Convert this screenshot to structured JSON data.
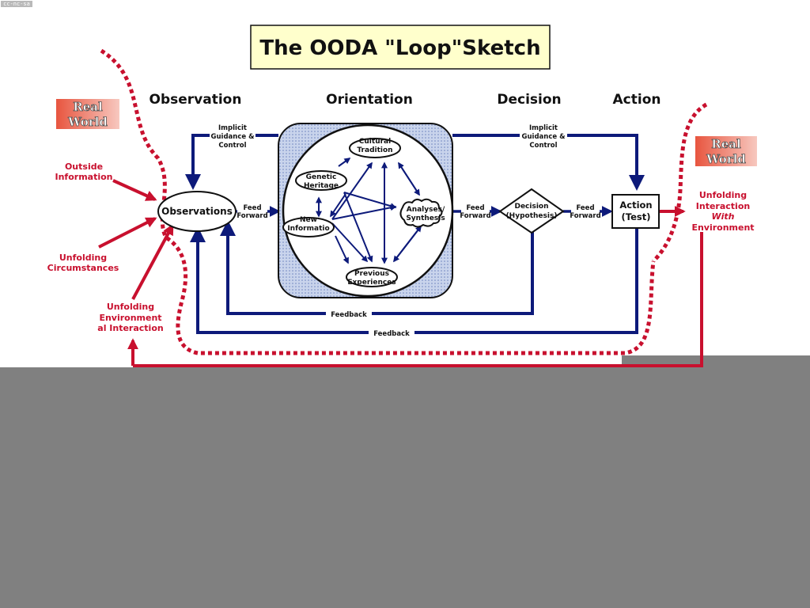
{
  "title": "The OODA \"Loop\"Sketch",
  "watermark": "cc-nc-sa",
  "phases": [
    "Observation",
    "Orientation",
    "Decision",
    "Action"
  ],
  "real_world_left": [
    "Real",
    "World"
  ],
  "real_world_right": [
    "Real",
    "World"
  ],
  "inputs": {
    "outside_information": [
      "Outside",
      "Information"
    ],
    "unfolding_circumstances": [
      "Unfolding",
      "Circumstances"
    ],
    "unfolding_environmental": [
      "Unfolding",
      "Environment",
      "al Interaction"
    ]
  },
  "guidance_left": [
    "Implicit",
    "Guidance &",
    "Control"
  ],
  "guidance_right": [
    "Implicit",
    "Guidance &",
    "Control"
  ],
  "observations": "Observations",
  "feed_forward": [
    "Feed",
    "Forward"
  ],
  "orientation_nodes": {
    "cultural": [
      "Cultural",
      "Tradition"
    ],
    "genetic": [
      "Genetic",
      "Heritage"
    ],
    "new_info": [
      "New",
      "Informatio"
    ],
    "analyses": [
      "Analyses/",
      "Synthesis"
    ],
    "previous": [
      "Previous",
      "Experiences"
    ]
  },
  "decision": [
    "Decision",
    "(Hypothesis)"
  ],
  "action": [
    "Action",
    "(Test)"
  ],
  "feedback": [
    "Feedback",
    "Feedback"
  ],
  "unfolding_interaction": [
    "Unfolding",
    "Interaction",
    "With",
    "Environment"
  ],
  "colors": {
    "blue": "#0d1a7a",
    "red": "#c8102e",
    "title_bg": "#ffffcc",
    "background": "#808080",
    "orientation_fill": "#b9c8e6"
  }
}
